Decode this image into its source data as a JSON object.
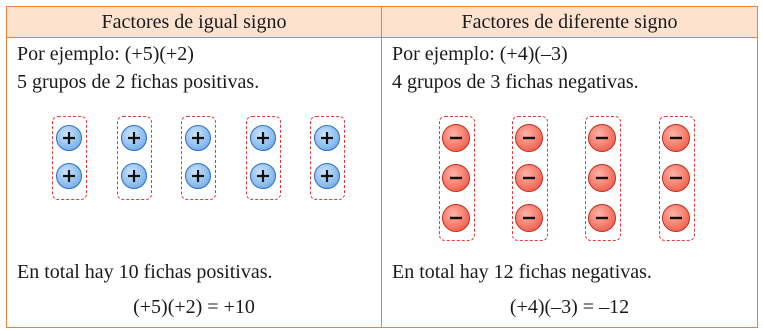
{
  "left": {
    "header": "Factores de igual signo",
    "example": "Por ejemplo: (+5)(+2)",
    "description": "5 grupos de 2 fichas positivas.",
    "total": "En total hay 10 fichas positivas.",
    "equation": "(+5)(+2) = +10",
    "groups": 5,
    "chips_per_group": 2,
    "chip_sign": "+",
    "chip_color": "#7fb5ec"
  },
  "right": {
    "header": "Factores de diferente signo",
    "example": "Por ejemplo: (+4)(–3)",
    "description": "4 grupos de 3 fichas negativas.",
    "total": "En total hay 12 fichas negativas.",
    "equation": "(+4)(–3) = –12",
    "groups": 4,
    "chips_per_group": 3,
    "chip_sign": "–",
    "chip_color": "#f36f5d"
  },
  "colors": {
    "border": "#e8823a",
    "header_bg": "#fde3cf",
    "group_border": "#e23a3a"
  }
}
